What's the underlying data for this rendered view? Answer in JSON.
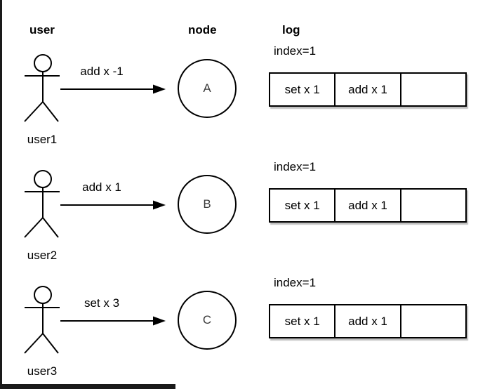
{
  "header": {
    "col_user": "user",
    "col_node": "node",
    "col_log": "log"
  },
  "rows": [
    {
      "user_label": "user1",
      "message": "add x -1",
      "node_label": "A",
      "log": {
        "index_label": "index=1",
        "cells": [
          "set x 1",
          "add x 1",
          ""
        ]
      }
    },
    {
      "user_label": "user2",
      "message": "add x 1",
      "node_label": "B",
      "log": {
        "index_label": "index=1",
        "cells": [
          "set x 1",
          "add x 1",
          ""
        ]
      }
    },
    {
      "user_label": "user3",
      "message": "set x 3",
      "node_label": "C",
      "log": {
        "index_label": "index=1",
        "cells": [
          "set x 1",
          "add x 1",
          ""
        ]
      }
    }
  ],
  "colors": {
    "stroke": "#000000",
    "background": "#ffffff",
    "node_letter": "#3c3c3c"
  }
}
